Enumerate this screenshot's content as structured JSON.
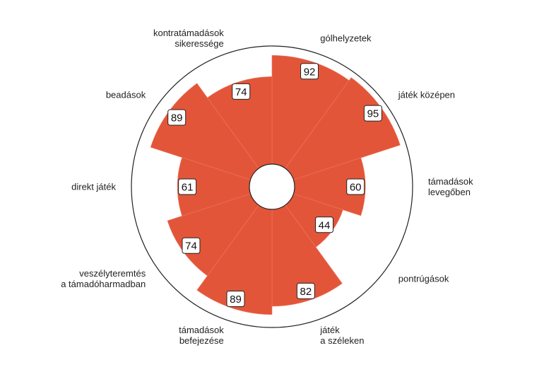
{
  "chart_data": {
    "type": "polar-bar",
    "title": "",
    "rmax": 100,
    "categories": [
      [
        "gólhelyzetek"
      ],
      [
        "játék középen"
      ],
      [
        "támadások",
        "levegőben"
      ],
      [
        "pontrúgások"
      ],
      [
        "játék",
        "a széleken"
      ],
      [
        "támadások",
        "befejezése"
      ],
      [
        "veszélyteremtés",
        "a támadóharmadban"
      ],
      [
        "direkt játék"
      ],
      [
        "beadások"
      ],
      [
        "kontratámadások",
        "sikeressége"
      ]
    ],
    "values": [
      92,
      95,
      60,
      44,
      82,
      89,
      74,
      61,
      89,
      74
    ],
    "value_labels": [
      "92",
      "95",
      "60",
      "44",
      "82",
      "89",
      "74",
      "61",
      "89",
      "74"
    ],
    "colors": {
      "bar": "#e35539",
      "bar_stroke": "#eb7a63",
      "outline": "#222222",
      "label_box": "#ffffff"
    }
  }
}
